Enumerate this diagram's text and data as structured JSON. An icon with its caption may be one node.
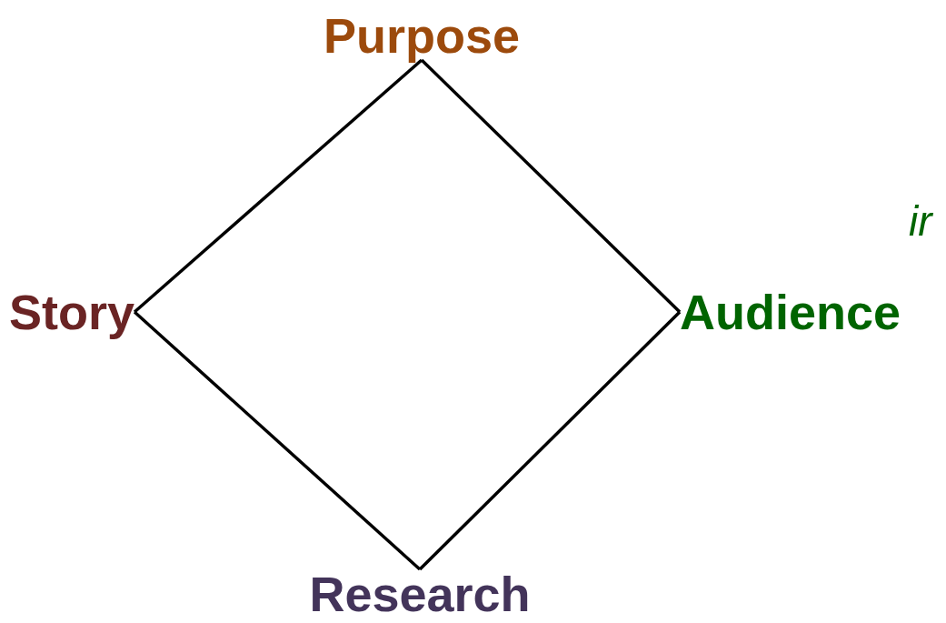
{
  "diagram": {
    "nodes": [
      {
        "text": [
          "Purpose"
        ]
      },
      {
        "text": [
          "Story"
        ]
      },
      {
        "text": [
          "Audience"
        ]
      },
      {
        "text": [
          "Research"
        ]
      }
    ],
    "edges": [
      {
        "from": 0,
        "to": 2,
        "arrow": "none"
      },
      {
        "from": 2,
        "to": 3,
        "arrow": "none"
      },
      {
        "from": 3,
        "to": 1,
        "arrow": "none"
      },
      {
        "from": 1,
        "to": 0,
        "arrow": "none"
      }
    ],
    "labels": [
      "ir"
    ]
  }
}
